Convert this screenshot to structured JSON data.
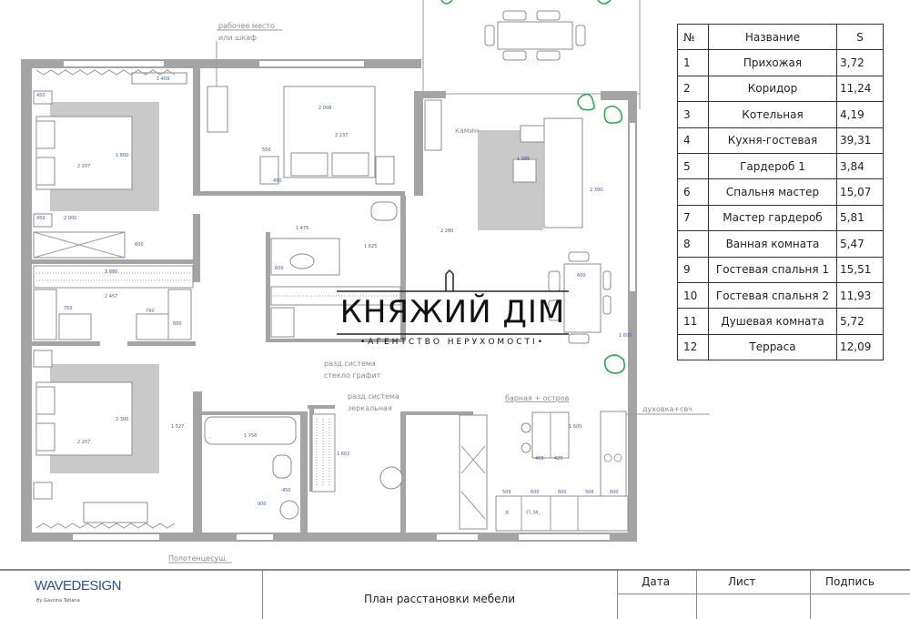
{
  "plan_labels": {
    "workplace_1": "рабочее место",
    "workplace_2": "или шкаф",
    "fireplace": "камин",
    "sliding_1": "разд.система",
    "sliding_2": "стекло графит",
    "sliding_3": "разд.система",
    "sliding_4": "зеркальная",
    "bar": "барная + остров",
    "oven": "духовка+свч",
    "towel": "Полотенцесуш.",
    "washer": "п.м.",
    "fridge": "х"
  },
  "dimensions": [
    "1 409",
    "450",
    "2 207",
    "1 800",
    "450",
    "2 000",
    "600",
    "3 880",
    "2 457",
    "750",
    "790",
    "600",
    "2 008",
    "2 237",
    "550",
    "450",
    "1 475",
    "1 625",
    "600",
    "2 207",
    "2 300",
    "1 756",
    "1 527",
    "1 602",
    "900",
    "450",
    "1 385",
    "2 300",
    "2 280",
    "600",
    "1 600",
    "400",
    "425",
    "1 600",
    "509",
    "600",
    "600",
    "506",
    "600"
  ],
  "table": {
    "headers": {
      "num": "№",
      "name": "Название",
      "area": "S"
    },
    "rows": [
      {
        "num": "1",
        "name": "Прихожая",
        "area": "3,72"
      },
      {
        "num": "2",
        "name": "Коридор",
        "area": "11,24"
      },
      {
        "num": "3",
        "name": "Котельная",
        "area": "4,19"
      },
      {
        "num": "4",
        "name": "Кухня-гостевая",
        "area": "39,31"
      },
      {
        "num": "5",
        "name": "Гардероб 1",
        "area": "3,84"
      },
      {
        "num": "6",
        "name": "Спальня мастер",
        "area": "15,07"
      },
      {
        "num": "7",
        "name": "Мастер гардероб",
        "area": "5,81"
      },
      {
        "num": "8",
        "name": "Ванная комната",
        "area": "5,47"
      },
      {
        "num": "9",
        "name": "Гостевая спальня 1",
        "area": "15,51"
      },
      {
        "num": "10",
        "name": "Гостевая спальня 2",
        "area": "11,93"
      },
      {
        "num": "11",
        "name": "Душевая комната",
        "area": "5,72"
      },
      {
        "num": "12",
        "name": "Терраса",
        "area": "12,09"
      }
    ]
  },
  "watermark": {
    "title": "КНЯЖИЙ ДІМ",
    "subtitle": "•АГЕНТСТВО НЕРУХОМОСТІ•"
  },
  "title_block": {
    "brand": "WAVEDESIGN",
    "brand_sub": "By Gavsina Tatiana",
    "sheet_title": "План расстановки мебели",
    "date_label": "Дата",
    "sheet_label": "Лист",
    "signature_label": "Подпись"
  },
  "colors": {
    "walls": "#a4a4a4",
    "dimensions": "#3a5fa8",
    "plants": "#2fa84a",
    "rug": "#c9c9c9"
  }
}
